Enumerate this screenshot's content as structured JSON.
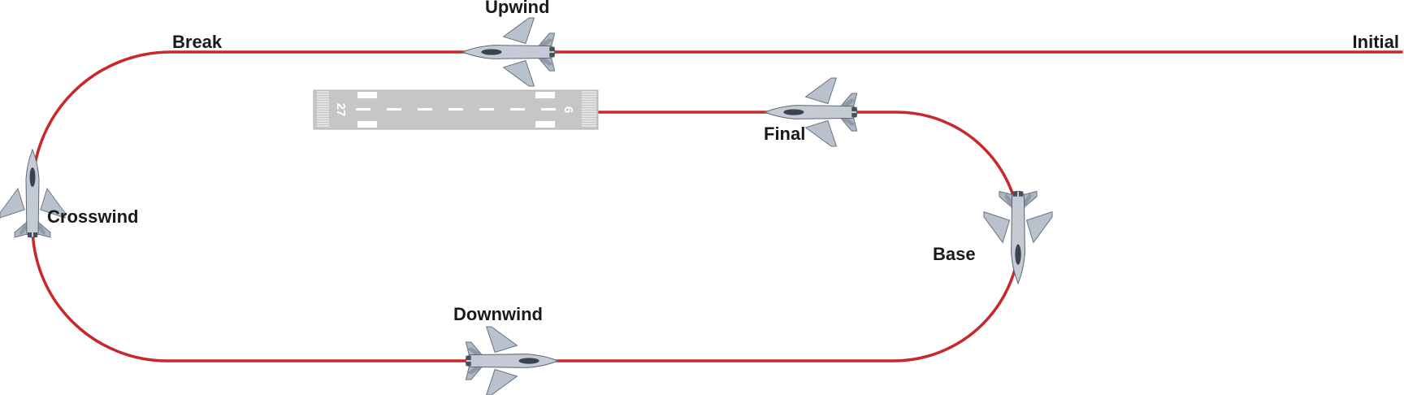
{
  "labels": {
    "upwind": "Upwind",
    "break": "Break",
    "initial": "Initial",
    "final": "Final",
    "crosswind": "Crosswind",
    "base": "Base",
    "downwind": "Downwind"
  },
  "runway": {
    "left_number": "27",
    "right_number": "9"
  },
  "colors": {
    "path": "#c8282a",
    "runway": "#c6c6c6",
    "marking": "#ffffff",
    "text": "#1a1a1a"
  },
  "icons": [
    "fighter-jet-icon"
  ]
}
